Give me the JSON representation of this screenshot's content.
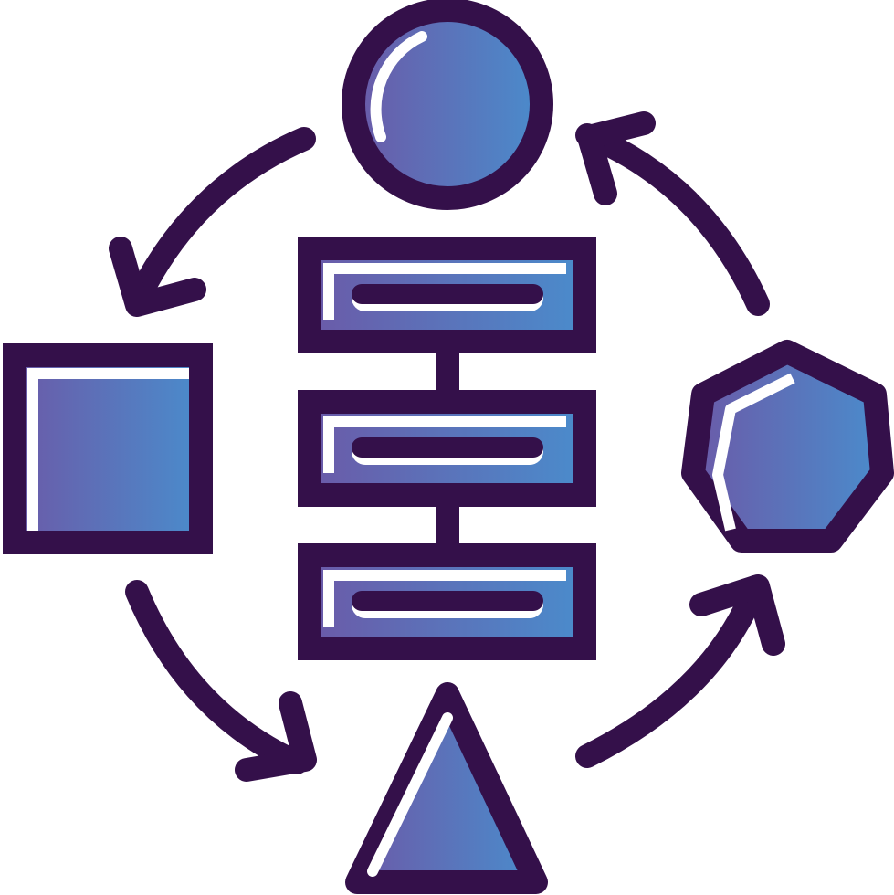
{
  "icon": {
    "name": "workflow-cycle-icon",
    "colors": {
      "outline": "#34104a",
      "gradient_start": "#6b5aa8",
      "gradient_end": "#4a8ccc",
      "highlight": "#ffffff"
    },
    "parts": {
      "top": "circle",
      "left": "square",
      "right": "heptagon",
      "bottom": "triangle",
      "center": "stacked-list",
      "list_rows": 3,
      "cycle_arrows": 4
    }
  }
}
